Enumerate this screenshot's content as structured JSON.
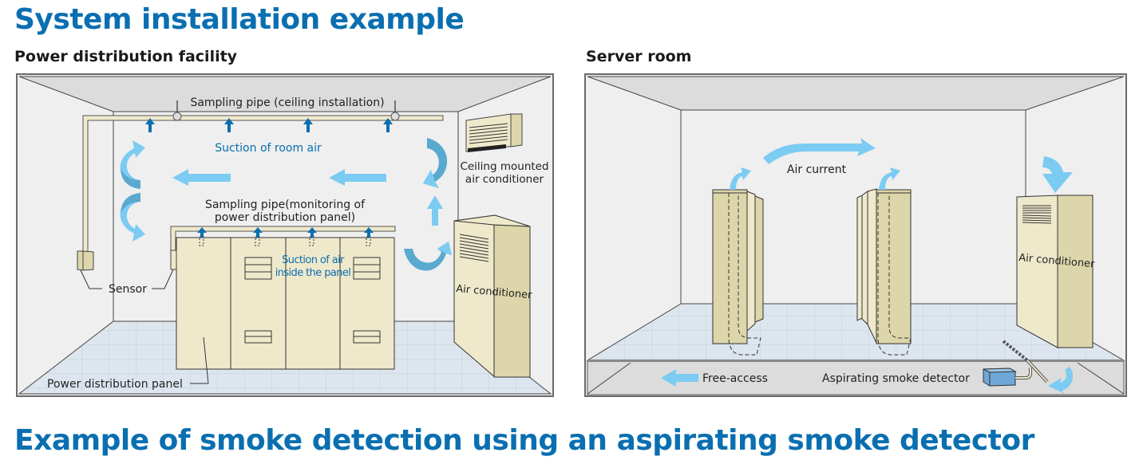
{
  "page": {
    "title": "System installation example",
    "bottom_title": "Example of smoke detection using an aspirating smoke detector"
  },
  "colors": {
    "title_blue": "#0a6fb0",
    "arrow_light_blue": "#7ccbf2",
    "arrow_dark_blue": "#5aa9cf",
    "suction_arrow_blue": "#0a6fb0",
    "equipment_beige": "#efe9cc",
    "equipment_shade": "#dcd6aa",
    "floor_tile": "#dde6ee",
    "wall": "#efefef",
    "ceiling": "#dcdcdc",
    "detector_blue": "#6fa7d6"
  },
  "power_facility": {
    "heading": "Power distribution facility",
    "labels": {
      "ceiling_pipe": "Sampling pipe (ceiling installation)",
      "suction_room": "Suction of room air",
      "panel_pipe_line1": "Sampling pipe(monitoring of",
      "panel_pipe_line2": "power distribution panel)",
      "suction_panel_line1": "Suction of air",
      "suction_panel_line2": "inside the panel",
      "ceiling_ac_line1": "Ceiling mounted",
      "ceiling_ac_line2": "air conditioner",
      "air_conditioner": "Air conditioner",
      "sensor": "Sensor",
      "panel": "Power distribution panel"
    },
    "icons": [
      "suction-arrow-icon",
      "airflow-curve-arrow-icon",
      "airflow-left-arrow-icon",
      "airflow-up-arrow-icon"
    ]
  },
  "server_room": {
    "heading": "Server room",
    "labels": {
      "air_current": "Air current",
      "air_conditioner": "Air conditioner",
      "free_access": "Free-access",
      "detector": "Aspirating smoke detector"
    },
    "icons": [
      "airflow-arc-arrow-icon",
      "airflow-down-arrow-icon",
      "airflow-left-arrow-icon"
    ]
  }
}
